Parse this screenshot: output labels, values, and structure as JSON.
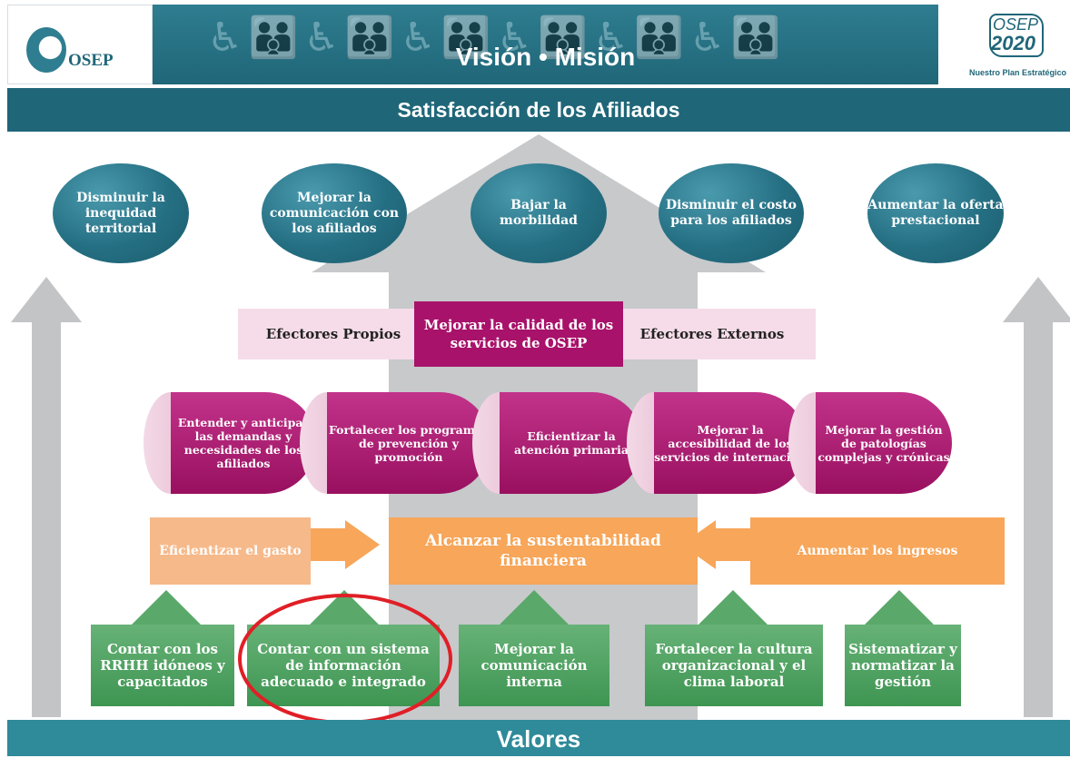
{
  "header": {
    "logo_left_text": "OSEP",
    "title": "Visión • Misión",
    "logo_right_top": "OSEP",
    "logo_right_year": "2020",
    "logo_right_caption": "Nuestro Plan Estratégico"
  },
  "top_band": "Satisfacción de los Afiliados",
  "bottom_band": "Valores",
  "objectives": [
    {
      "label": "Disminuir la inequidad territorial"
    },
    {
      "label": "Mejorar la comunicación con los afiliados"
    },
    {
      "label": "Bajar la morbilidad"
    },
    {
      "label": "Disminuir el costo para los afiliados"
    },
    {
      "label": "Aumentar la oferta prestacional"
    }
  ],
  "quality_row": {
    "left": "Efectores Propios",
    "center": "Mejorar la calidad de los servicios de OSEP",
    "right": "Efectores Externos"
  },
  "processes": [
    {
      "label": "Entender y anticipar las demandas y necesidades de los afiliados"
    },
    {
      "label": "Fortalecer los programas de prevención y promoción"
    },
    {
      "label": "Eficientizar la atención primaria"
    },
    {
      "label": "Mejorar la accesibilidad de los servicios de internación"
    },
    {
      "label": "Mejorar la gestión de patologías complejas y crónicas"
    }
  ],
  "financial": {
    "left": "Eficientizar el gasto",
    "center": "Alcanzar la sustentabilidad financiera",
    "right": "Aumentar los ingresos"
  },
  "foundations": [
    {
      "label": "Contar con los RRHH idóneos y capacitados"
    },
    {
      "label": "Contar con un sistema de información adecuado e integrado"
    },
    {
      "label": "Mejorar la comunicación interna"
    },
    {
      "label": "Fortalecer la cultura organizacional y el clima laboral"
    },
    {
      "label": "Sistematizar y normatizar la gestión"
    }
  ],
  "highlight_color": "#e01f26",
  "colors": {
    "teal": "#1f6678",
    "magenta": "#a8126a",
    "orange": "#f7a65a",
    "green": "#4ea462"
  }
}
